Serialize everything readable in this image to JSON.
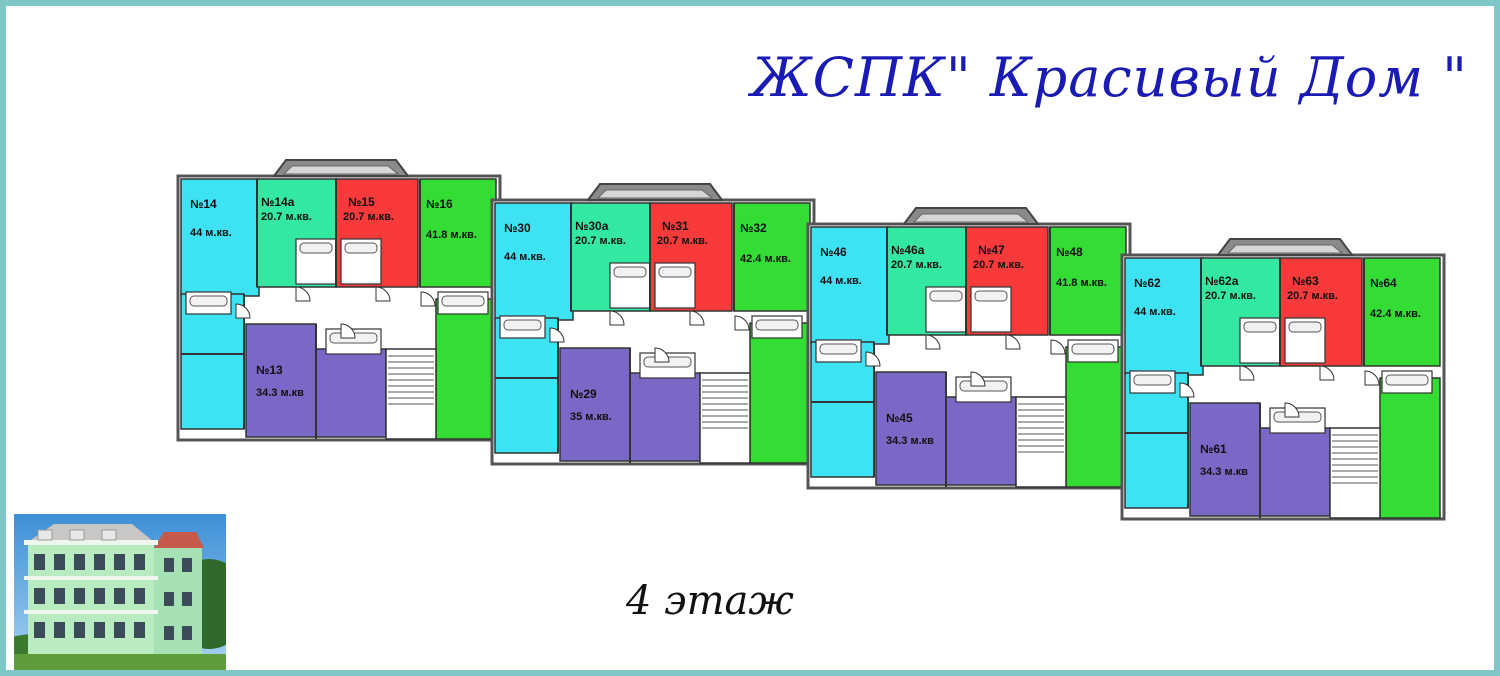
{
  "title": "ЖСПК\" Красивый Дом \"",
  "floor_label": "4 этаж",
  "colors": {
    "cyan": "#3ee3f3",
    "mint": "#33e8a1",
    "red": "#f83a3a",
    "green": "#33dd33",
    "purple": "#7a67c6",
    "frame": "#7fc6c6",
    "title": "#1a1ab4"
  },
  "photo": {
    "icon": "building-photo"
  },
  "sections": [
    {
      "apartments": [
        {
          "num": "№14",
          "area": "44 м.кв."
        },
        {
          "num": "№14а",
          "area": "20.7 м.кв."
        },
        {
          "num": "№15",
          "area": "20.7 м.кв."
        },
        {
          "num": "№16",
          "area": "41.8 м.кв."
        },
        {
          "num": "№13",
          "area": "34.3 м.кв"
        }
      ]
    },
    {
      "apartments": [
        {
          "num": "№30",
          "area": "44 м.кв."
        },
        {
          "num": "№30а",
          "area": "20.7 м.кв."
        },
        {
          "num": "№31",
          "area": "20.7 м.кв."
        },
        {
          "num": "№32",
          "area": "42.4 м.кв."
        },
        {
          "num": "№29",
          "area": "35 м.кв."
        }
      ]
    },
    {
      "apartments": [
        {
          "num": "№46",
          "area": "44 м.кв."
        },
        {
          "num": "№46а",
          "area": "20.7 м.кв."
        },
        {
          "num": "№47",
          "area": "20.7 м.кв."
        },
        {
          "num": "№48",
          "area": "41.8 м.кв."
        },
        {
          "num": "№45",
          "area": "34.3 м.кв"
        }
      ]
    },
    {
      "apartments": [
        {
          "num": "№62",
          "area": "44 м.кв."
        },
        {
          "num": "№62а",
          "area": "20.7 м.кв."
        },
        {
          "num": "№63",
          "area": "20.7 м.кв."
        },
        {
          "num": "№64",
          "area": "42.4 м.кв."
        },
        {
          "num": "№61",
          "area": "34.3 м.кв"
        }
      ]
    }
  ]
}
